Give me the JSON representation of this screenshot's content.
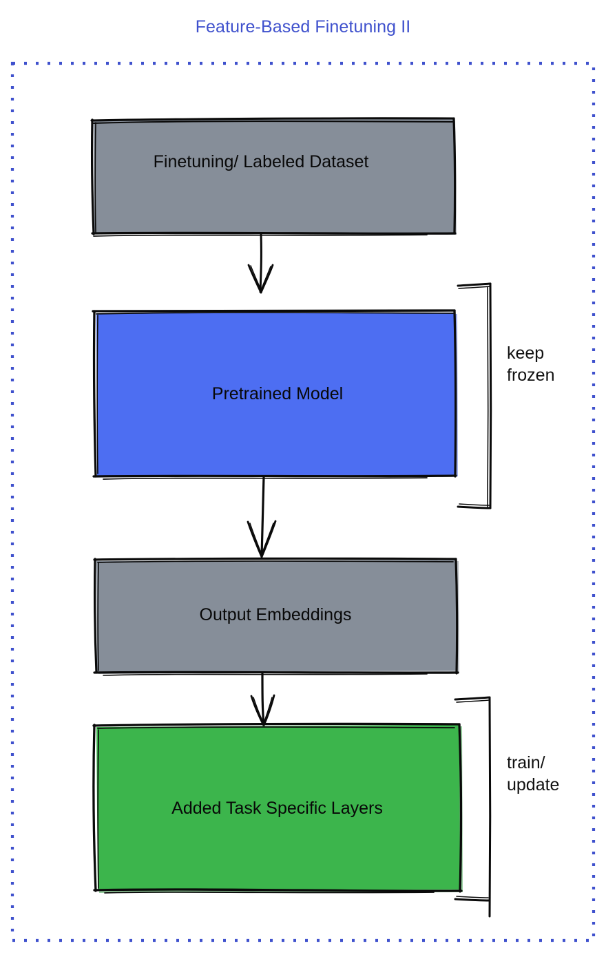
{
  "title": {
    "text": "Feature-Based Finetuning II",
    "color": "#3f51cd"
  },
  "frame": {
    "style": "dashed",
    "color": "#3f51cd"
  },
  "nodes": [
    {
      "id": "finetuning-dataset",
      "label": "Finetuning/ Labeled Dataset",
      "fill": "#868e99",
      "stroke": "#000000",
      "shape": "rectangle"
    },
    {
      "id": "pretrained-model",
      "label": "Pretrained Model",
      "fill": "#4d6ef2",
      "stroke": "#000000",
      "shape": "rectangle"
    },
    {
      "id": "output-embeddings",
      "label": "Output Embeddings",
      "fill": "#868e99",
      "stroke": "#000000",
      "shape": "rectangle"
    },
    {
      "id": "task-specific-layers",
      "label": "Added Task Specific Layers",
      "fill": "#3cb54c",
      "stroke": "#000000",
      "shape": "rectangle"
    }
  ],
  "annotations": [
    {
      "id": "keep-frozen",
      "text": "keep\nfrozen",
      "target": "pretrained-model",
      "bracket": "right"
    },
    {
      "id": "train-update",
      "text": "train/\nupdate",
      "target": "task-specific-layers",
      "bracket": "right"
    }
  ],
  "edges": [
    {
      "from": "finetuning-dataset",
      "to": "pretrained-model",
      "style": "arrow-down"
    },
    {
      "from": "pretrained-model",
      "to": "output-embeddings",
      "style": "arrow-down"
    },
    {
      "from": "output-embeddings",
      "to": "task-specific-layers",
      "style": "arrow-down"
    }
  ]
}
